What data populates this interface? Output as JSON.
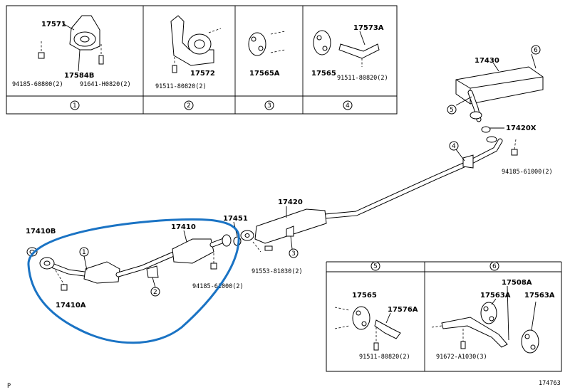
{
  "labels": {
    "p17571": "17571",
    "p17584B": "17584B",
    "p94185_60800": "94185-60800(2)",
    "p91641_H0820": "91641-H0820(2)",
    "p17572": "17572",
    "p91511_80820a": "91511-80820(2)",
    "p17565A": "17565A",
    "p17573A": "17573A",
    "p17565a": "17565",
    "p91511_80820b": "91511-80820(2)",
    "p17430": "17430",
    "p17420X": "17420X",
    "p94185_61000a": "94185-61000(2)",
    "p17420": "17420",
    "p17451": "17451",
    "p17410": "17410",
    "p17410B": "17410B",
    "p17410A": "17410A",
    "p94185_61000b": "94185-61000(2)",
    "p91553_81030": "91553-81030(2)",
    "p17565b": "17565",
    "p17576A": "17576A",
    "p91511_80820c": "91511-80820(2)",
    "p17508A": "17508A",
    "p17563A_a": "17563A",
    "p17563A_b": "17563A",
    "p91672_A1030": "91672-A1030(3)",
    "corner_left": "P",
    "corner_right": "174763"
  },
  "callouts": {
    "c1": "1",
    "c2": "2",
    "c3": "3",
    "c4": "4",
    "c5": "5",
    "c6": "6",
    "k1": "1",
    "k2": "2",
    "k3": "3",
    "k4": "4",
    "k5": "5",
    "k6": "6"
  },
  "colors": {
    "highlight": "#1a73c4",
    "ink": "#000000"
  }
}
